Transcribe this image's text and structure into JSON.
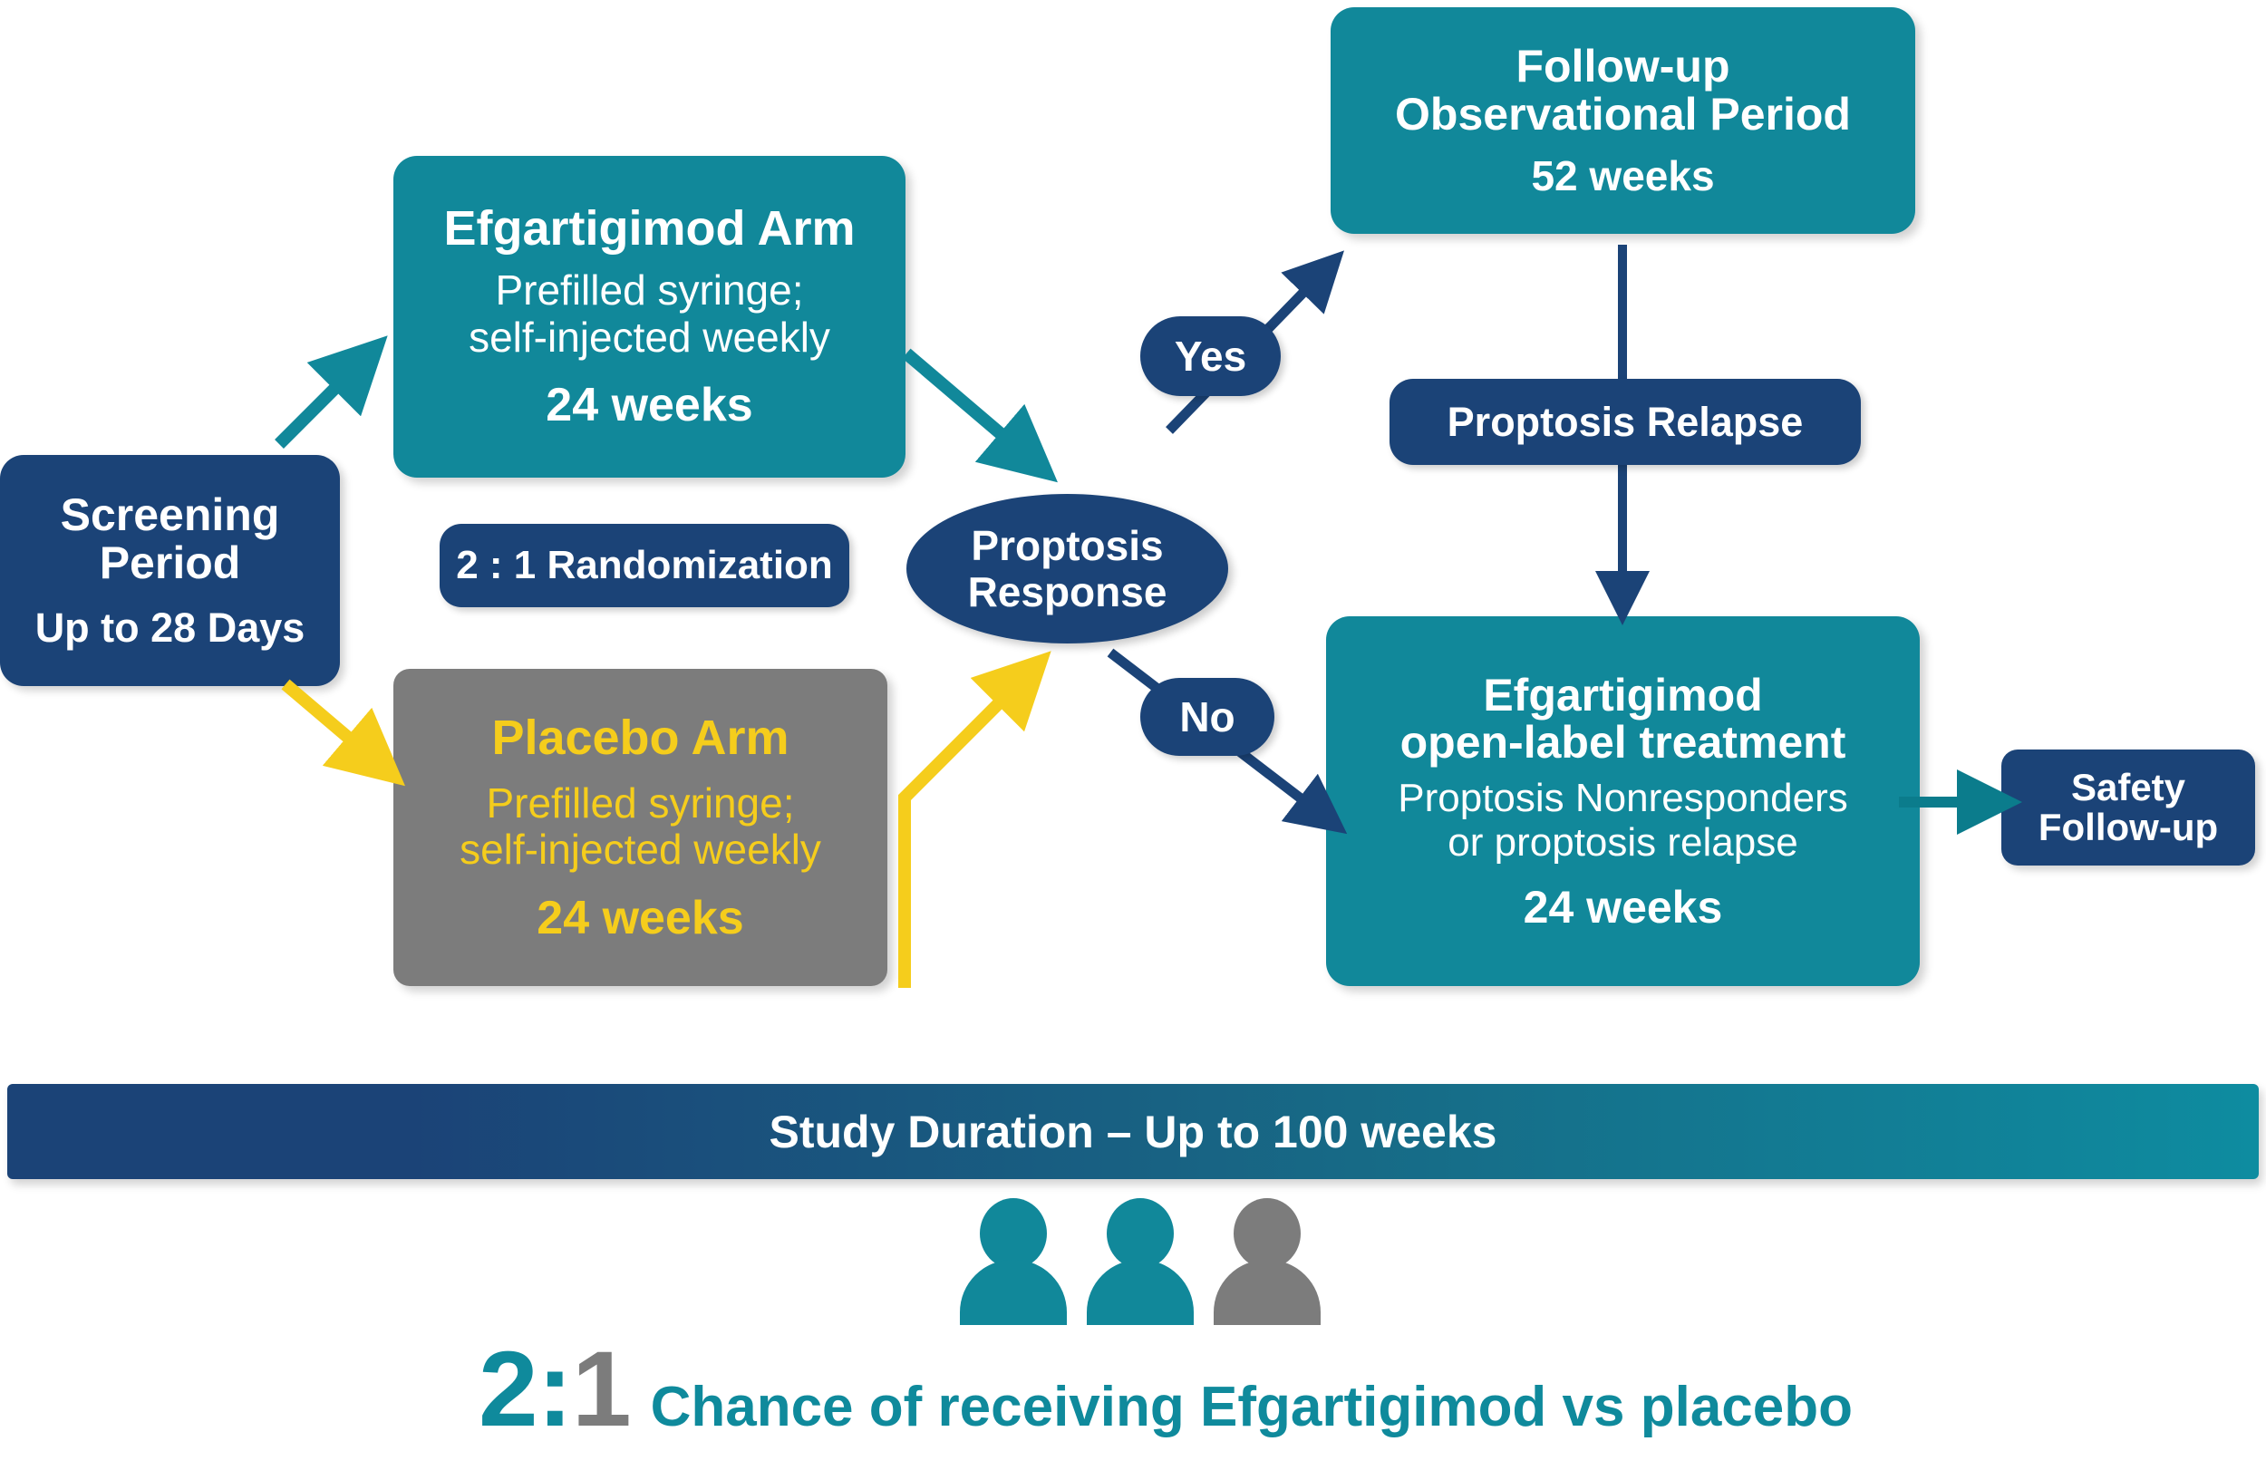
{
  "diagram": {
    "title_banner": {
      "label": "Study Duration – Up to 100 weeks",
      "gradient_from": "#1b4377",
      "gradient_to": "#0e8ca0"
    },
    "nodes": {
      "screening": {
        "line1": "Screening",
        "line2": "Period",
        "line3": "Up to 28 Days",
        "color": "#1b4377"
      },
      "efgartigimod_arm": {
        "title": "Efgartigimod Arm",
        "detail_line1": "Prefilled syringe;",
        "detail_line2": "self-injected weekly",
        "duration": "24  weeks",
        "color": "#11889a"
      },
      "placebo_arm": {
        "title": "Placebo Arm",
        "detail_line1": "Prefilled syringe;",
        "detail_line2": "self-injected weekly",
        "duration": "24  weeks",
        "color": "#7c7c7c",
        "text_color": "#f5cd1c"
      },
      "randomization": {
        "label": "2 : 1 Randomization",
        "color": "#1b4377"
      },
      "proptosis_response": {
        "line1": "Proptosis",
        "line2": "Response",
        "color": "#1b4377"
      },
      "yes_branch": {
        "label": "Yes",
        "color": "#1b4377"
      },
      "no_branch": {
        "label": "No",
        "color": "#1b4377"
      },
      "followup_observational": {
        "title_line1": "Follow-up",
        "title_line2": "Observational Period",
        "duration": "52 weeks",
        "color": "#11889a"
      },
      "proptosis_relapse": {
        "label": "Proptosis Relapse",
        "color": "#1b4377"
      },
      "open_label": {
        "title_line1": "Efgartigimod",
        "title_line2": "open-label treatment",
        "detail_line1": "Proptosis Nonresponders",
        "detail_line2": "or proptosis relapse",
        "duration": "24  weeks",
        "color": "#11889a"
      },
      "safety_followup": {
        "line1": "Safety",
        "line2": "Follow-up",
        "color": "#1b4377"
      }
    },
    "footer": {
      "ratio_two": "2",
      "ratio_colon": ":",
      "ratio_one": "1",
      "text": "Chance of receiving Efgartigimod vs placebo",
      "accent_color": "#0f8a9c",
      "placebo_color": "#7c7c7c",
      "people": [
        {
          "name": "person-treatment-1",
          "color": "#11889a"
        },
        {
          "name": "person-treatment-2",
          "color": "#11889a"
        },
        {
          "name": "person-placebo",
          "color": "#7c7c7c"
        }
      ]
    },
    "arrow_colors": {
      "teal": "#11889a",
      "yellow": "#f5cd1c",
      "navy": "#1b4377",
      "dark_teal": "#0b7c8c"
    }
  }
}
